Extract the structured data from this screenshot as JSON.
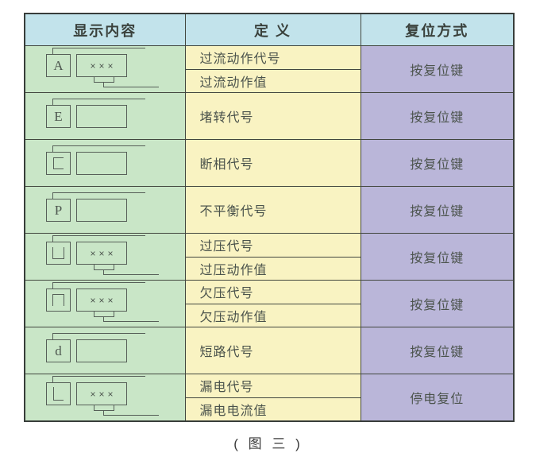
{
  "caption": "( 图 三 )",
  "colors": {
    "header_bg": "#c2e3eb",
    "symbol_col_bg": "#c9e6c7",
    "definition_col_bg": "#f9f3c2",
    "reset_col_bg": "#bab6d9",
    "line": "#565f58"
  },
  "table": {
    "headers": [
      "显示内容",
      "定 义",
      "复位方式"
    ],
    "rows": [
      {
        "symbol": {
          "glyph": "A",
          "glyph_type": "letter",
          "display_value": "×××"
        },
        "definitions": [
          "过流动作代号",
          "过流动作值"
        ],
        "reset": "按复位键"
      },
      {
        "symbol": {
          "glyph": "E",
          "glyph_type": "letter",
          "display_value": ""
        },
        "definitions": [
          "堵转代号"
        ],
        "reset": "按复位键"
      },
      {
        "symbol": {
          "glyph": "open-right-segment",
          "glyph_type": "shape",
          "display_value": ""
        },
        "definitions": [
          "断相代号"
        ],
        "reset": "按复位键"
      },
      {
        "symbol": {
          "glyph": "P",
          "glyph_type": "letter",
          "display_value": ""
        },
        "definitions": [
          "不平衡代号"
        ],
        "reset": "按复位键"
      },
      {
        "symbol": {
          "glyph": "open-top-segment",
          "glyph_type": "shape",
          "display_value": "×××"
        },
        "definitions": [
          "过压代号",
          "过压动作值"
        ],
        "reset": "按复位键"
      },
      {
        "symbol": {
          "glyph": "open-bottom-segment",
          "glyph_type": "shape",
          "display_value": "×××"
        },
        "definitions": [
          "欠压代号",
          "欠压动作值"
        ],
        "reset": "按复位键"
      },
      {
        "symbol": {
          "glyph": "d",
          "glyph_type": "letter",
          "display_value": ""
        },
        "definitions": [
          "短路代号"
        ],
        "reset": "按复位键"
      },
      {
        "symbol": {
          "glyph": "L-segment",
          "glyph_type": "shape",
          "display_value": "×××"
        },
        "definitions": [
          "漏电代号",
          "漏电电流值"
        ],
        "reset": "停电复位"
      }
    ]
  }
}
